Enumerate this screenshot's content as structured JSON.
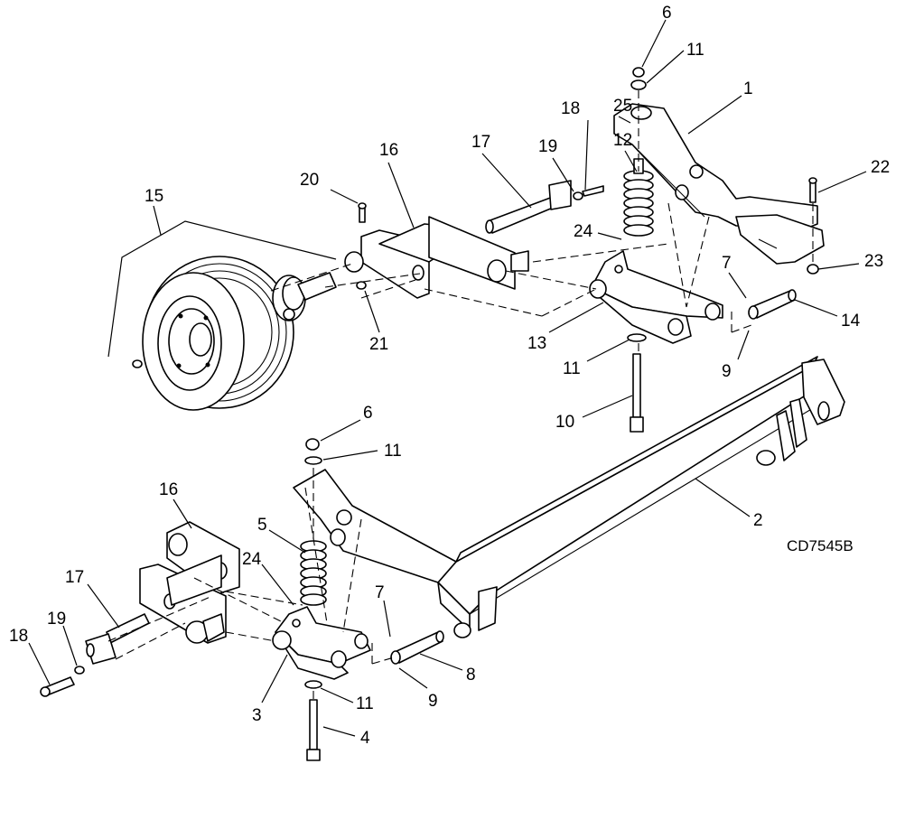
{
  "drawing_code": "CD7545B",
  "callouts": [
    {
      "id": "c6a",
      "label": "6"
    },
    {
      "id": "c11a",
      "label": "11"
    },
    {
      "id": "c1",
      "label": "1"
    },
    {
      "id": "c18a",
      "label": "18"
    },
    {
      "id": "c25",
      "label": "25"
    },
    {
      "id": "c17a",
      "label": "17"
    },
    {
      "id": "c19a",
      "label": "19"
    },
    {
      "id": "c12",
      "label": "12"
    },
    {
      "id": "c16a",
      "label": "16"
    },
    {
      "id": "c20",
      "label": "20"
    },
    {
      "id": "c22",
      "label": "22"
    },
    {
      "id": "c15",
      "label": "15"
    },
    {
      "id": "c24a",
      "label": "24"
    },
    {
      "id": "c23",
      "label": "23"
    },
    {
      "id": "c7a",
      "label": "7"
    },
    {
      "id": "c14",
      "label": "14"
    },
    {
      "id": "c21",
      "label": "21"
    },
    {
      "id": "c13",
      "label": "13"
    },
    {
      "id": "c9a",
      "label": "9"
    },
    {
      "id": "c11b",
      "label": "11"
    },
    {
      "id": "c10",
      "label": "10"
    },
    {
      "id": "c6b",
      "label": "6"
    },
    {
      "id": "c11c",
      "label": "11"
    },
    {
      "id": "c16b",
      "label": "16"
    },
    {
      "id": "c2",
      "label": "2"
    },
    {
      "id": "c5",
      "label": "5"
    },
    {
      "id": "c17b",
      "label": "17"
    },
    {
      "id": "c24b",
      "label": "24"
    },
    {
      "id": "c7b",
      "label": "7"
    },
    {
      "id": "c18b",
      "label": "18"
    },
    {
      "id": "c19b",
      "label": "19"
    },
    {
      "id": "c8",
      "label": "8"
    },
    {
      "id": "c3",
      "label": "3"
    },
    {
      "id": "c11d",
      "label": "11"
    },
    {
      "id": "c9b",
      "label": "9"
    },
    {
      "id": "c4",
      "label": "4"
    }
  ]
}
